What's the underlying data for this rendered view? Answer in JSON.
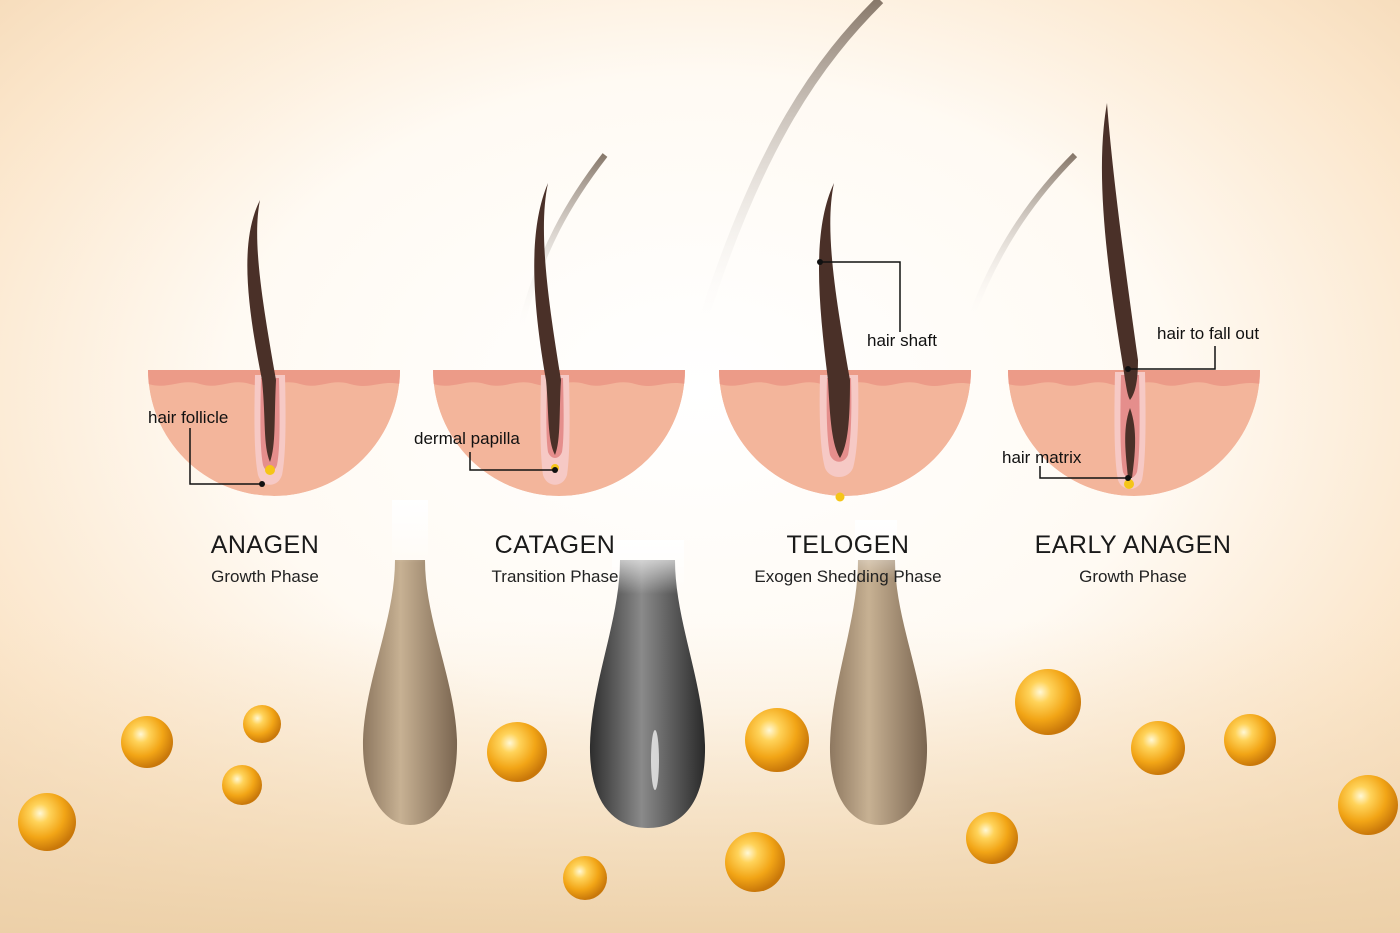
{
  "phases": [
    {
      "title": "ANAGEN",
      "subtitle": "Growth Phase"
    },
    {
      "title": "CATAGEN",
      "subtitle": "Transition Phase"
    },
    {
      "title": "TELOGEN",
      "subtitle": "Exogen Shedding Phase"
    },
    {
      "title": "EARLY ANAGEN",
      "subtitle": "Growth Phase"
    }
  ],
  "callouts": {
    "hair_follicle": "hair follicle",
    "dermal_papilla": "dermal papilla",
    "hair_shaft": "hair shaft",
    "hair_to_fall_out": "hair to fall out",
    "hair_matrix": "hair matrix"
  },
  "colors": {
    "skin_top": "#ec9b88",
    "skin_body": "#f3b59b",
    "follicle_sheath": "#f6c9c5",
    "follicle_inner": "#e58e8c",
    "hair": "#4a3028",
    "papilla": "#f5c518",
    "background": "#fbe9d2",
    "pearl": "#f5b427"
  }
}
